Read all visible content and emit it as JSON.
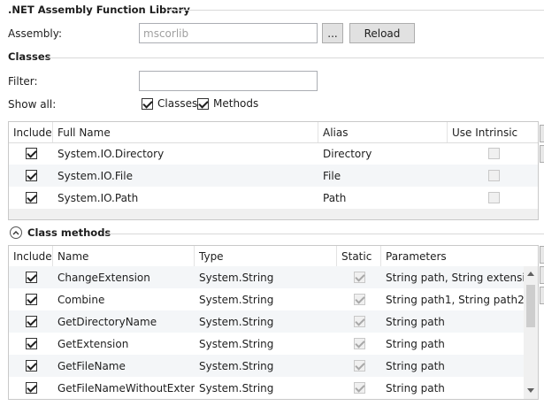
{
  "library": {
    "title": ".NET Assembly Function Library",
    "assembly_label": "Assembly:",
    "assembly_value": "mscorlib",
    "browse_label": "...",
    "reload_label": "Reload"
  },
  "classes": {
    "title": "Classes",
    "filter_label": "Filter:",
    "filter_value": "",
    "show_all_label": "Show all:",
    "show_classes_label": "Classes",
    "show_methods_label": "Methods",
    "show_classes_checked": true,
    "show_methods_checked": true,
    "columns": [
      "Include",
      "Full Name",
      "Alias",
      "Use Intrinsic"
    ],
    "rows": [
      {
        "include": true,
        "full_name": "System.IO.Directory",
        "alias": "Directory",
        "use_intrinsic": false
      },
      {
        "include": true,
        "full_name": "System.IO.File",
        "alias": "File",
        "use_intrinsic": false
      },
      {
        "include": true,
        "full_name": "System.IO.Path",
        "alias": "Path",
        "use_intrinsic": false
      }
    ]
  },
  "methods": {
    "title": "Class methods",
    "columns": [
      "Include",
      "Name",
      "Type",
      "Static",
      "Parameters"
    ],
    "rows": [
      {
        "include": true,
        "name": "ChangeExtension",
        "type": "System.String",
        "static": true,
        "parameters": "String path, String extension"
      },
      {
        "include": true,
        "name": "Combine",
        "type": "System.String",
        "static": true,
        "parameters": "String path1, String path2"
      },
      {
        "include": true,
        "name": "GetDirectoryName",
        "type": "System.String",
        "static": true,
        "parameters": "String path"
      },
      {
        "include": true,
        "name": "GetExtension",
        "type": "System.String",
        "static": true,
        "parameters": "String path"
      },
      {
        "include": true,
        "name": "GetFileName",
        "type": "System.String",
        "static": true,
        "parameters": "String path"
      },
      {
        "include": true,
        "name": "GetFileNameWithoutExtension",
        "type": "System.String",
        "static": true,
        "parameters": "String path"
      }
    ]
  }
}
